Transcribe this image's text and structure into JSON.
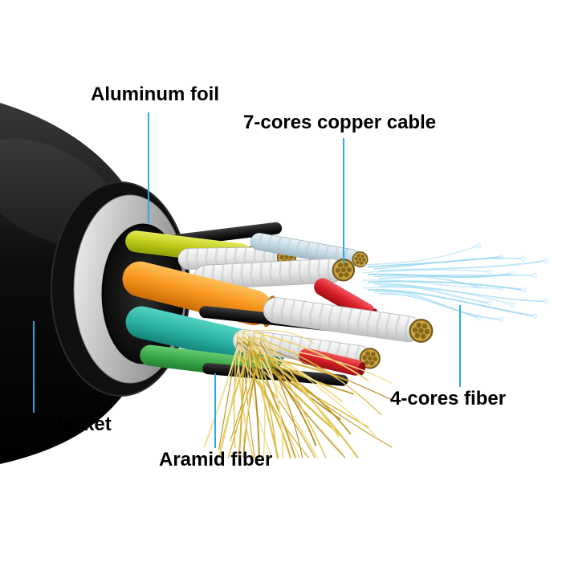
{
  "labels": {
    "aluminum_foil": "Aluminum foil",
    "copper_cable": "7-cores copper cable",
    "fiber": "4-cores fiber",
    "pvc_jacket": "PVC Jacket",
    "aramid_fiber": "Aramid fiber"
  },
  "colors": {
    "background": "#ffffff",
    "label_text": "#000000",
    "leader_line": "#29abe2",
    "jacket": "#0a0a0a",
    "foil": "#c2c2c2",
    "orange_wire": "#f7941d",
    "yellow_green_wire": "#bcc915",
    "teal_wire": "#2bb3a3",
    "green_wire": "#3aa94a",
    "red_wire": "#d81f26",
    "white_wire": "#e4e4e4",
    "copper_core": "#c9a23f",
    "aramid_fiber": "#d9b83e",
    "optic_fiber": "#9ad9f3"
  }
}
